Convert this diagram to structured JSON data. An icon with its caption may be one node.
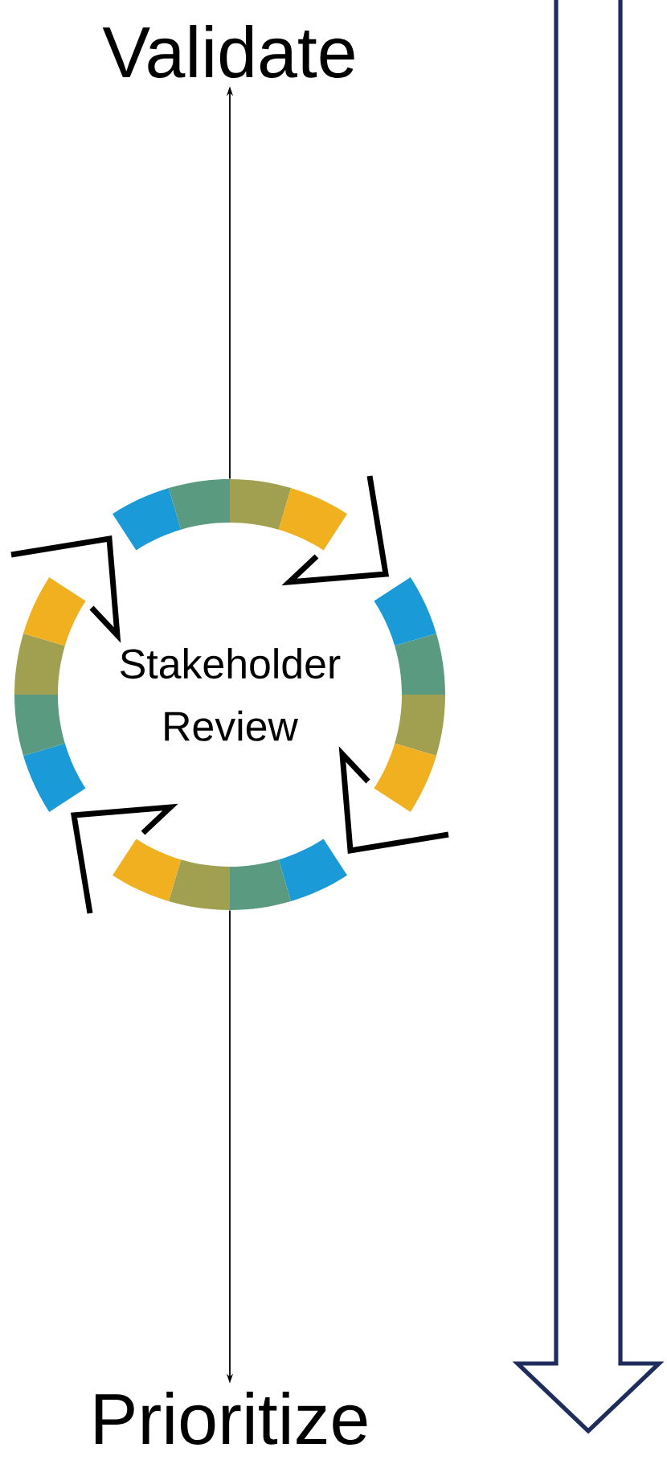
{
  "diagram": {
    "nodes": [
      {
        "text": [
          "Validate"
        ]
      },
      {
        "text": [
          "Stakeholder Review"
        ]
      },
      {
        "text": [
          "Prioritize"
        ]
      }
    ],
    "edges": [
      {
        "from": 1,
        "to": 0,
        "arrow": "to"
      },
      {
        "from": 1,
        "to": 2,
        "arrow": "to"
      }
    ]
  }
}
